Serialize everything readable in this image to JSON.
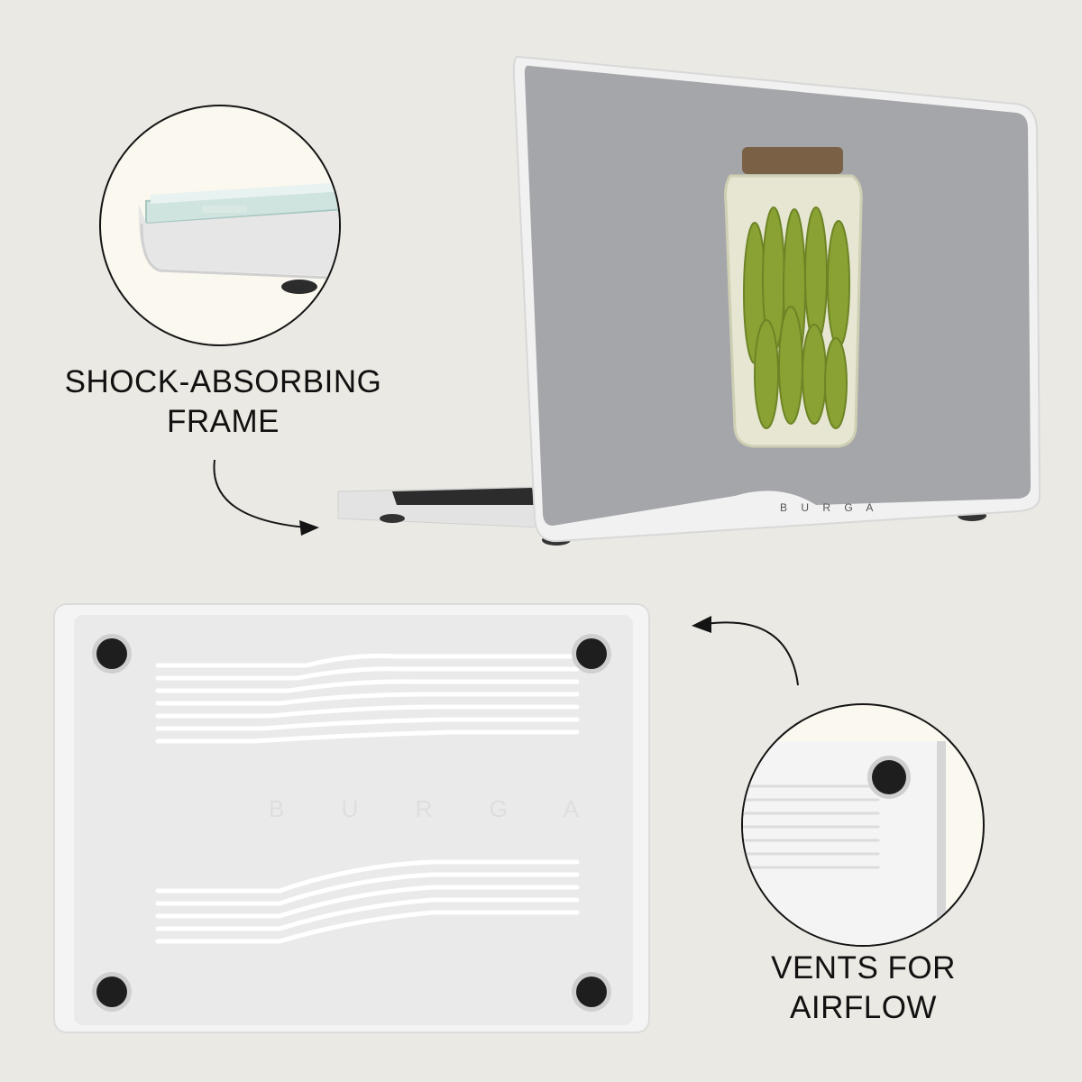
{
  "labels": {
    "frame": "SHOCK-ABSORBING\nFRAME",
    "vents": "VENTS FOR\nAIRFLOW"
  },
  "brand": {
    "lid_logo": "B U R G A",
    "bottom_logo": "B U R G A"
  },
  "colors": {
    "background": "#ebe9e3",
    "circle_fill": "#fbf8f0",
    "lid_gray": "#a4a6aa",
    "case_white": "#f4f4f4",
    "pickle_green": "#8aa234"
  }
}
